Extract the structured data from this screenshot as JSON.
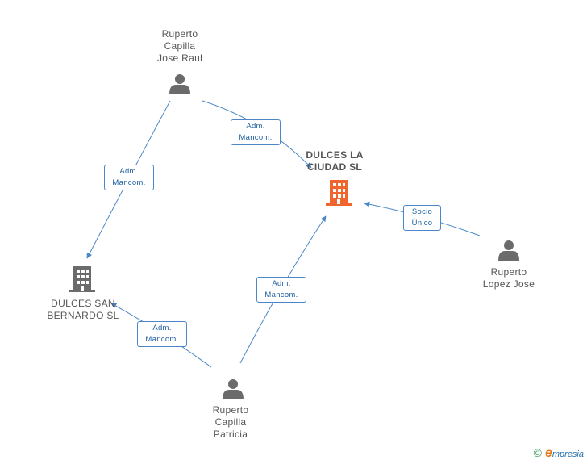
{
  "nodes": {
    "ruperto_raul": {
      "label": "Ruperto\nCapilla\nJose Raul"
    },
    "dulces_ciudad": {
      "label": "DULCES LA\nCIUDAD SL"
    },
    "dulces_san": {
      "label": "DULCES SAN\nBERNARDO SL"
    },
    "ruperto_lopez": {
      "label": "Ruperto\nLopez Jose"
    },
    "ruperto_patricia": {
      "label": "Ruperto\nCapilla\nPatricia"
    }
  },
  "edges": {
    "raul_to_ciudad": "Adm.\nMancom.",
    "raul_to_san": "Adm.\nMancom.",
    "lopez_to_ciudad": "Socio\nÚnico",
    "patricia_to_ciudad": "Adm.\nMancom.",
    "patricia_to_san": "Adm.\nMancom."
  },
  "colors": {
    "edge": "#4a86c8",
    "person_icon": "#6b6b6b",
    "company_icon": "#6b6b6b",
    "company_main_icon": "#f0642d"
  },
  "icons": {
    "person": "person-icon",
    "company": "building-icon"
  },
  "watermark": {
    "copyright": "©",
    "brand_e": "e",
    "brand_rest": "mpresia"
  }
}
